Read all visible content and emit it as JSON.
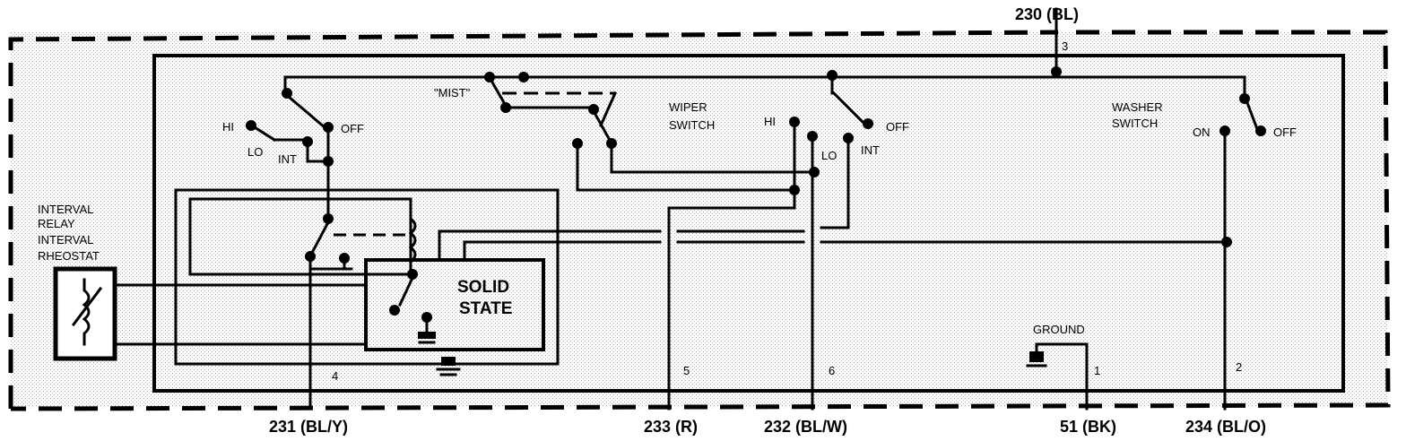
{
  "labels": {
    "wire_230": "230 (BL)",
    "wire_231": "231 (BL/Y)",
    "wire_233": "233 (R)",
    "wire_232": "232 (BL/W)",
    "wire_51": "51 (BK)",
    "wire_234": "234 (BL/O)",
    "interval_relay_1": "INTERVAL",
    "interval_relay_2": "RELAY",
    "interval_rheostat_1": "INTERVAL",
    "interval_rheostat_2": "RHEOSTAT",
    "solid_state_1": "SOLID",
    "solid_state_2": "STATE",
    "mist": "\"MIST\"",
    "wiper_switch_1": "WIPER",
    "wiper_switch_2": "SWITCH",
    "washer_switch_1": "WASHER",
    "washer_switch_2": "SWITCH",
    "ground": "GROUND",
    "left_hi": "HI",
    "left_lo": "LO",
    "left_int": "INT",
    "left_off": "OFF",
    "wiper_hi": "HI",
    "wiper_lo": "LO",
    "wiper_int": "INT",
    "wiper_off": "OFF",
    "washer_on": "ON",
    "washer_off": "OFF",
    "pin_1": "1",
    "pin_2": "2",
    "pin_3": "3",
    "pin_4": "4",
    "pin_5": "5",
    "pin_6": "6"
  }
}
